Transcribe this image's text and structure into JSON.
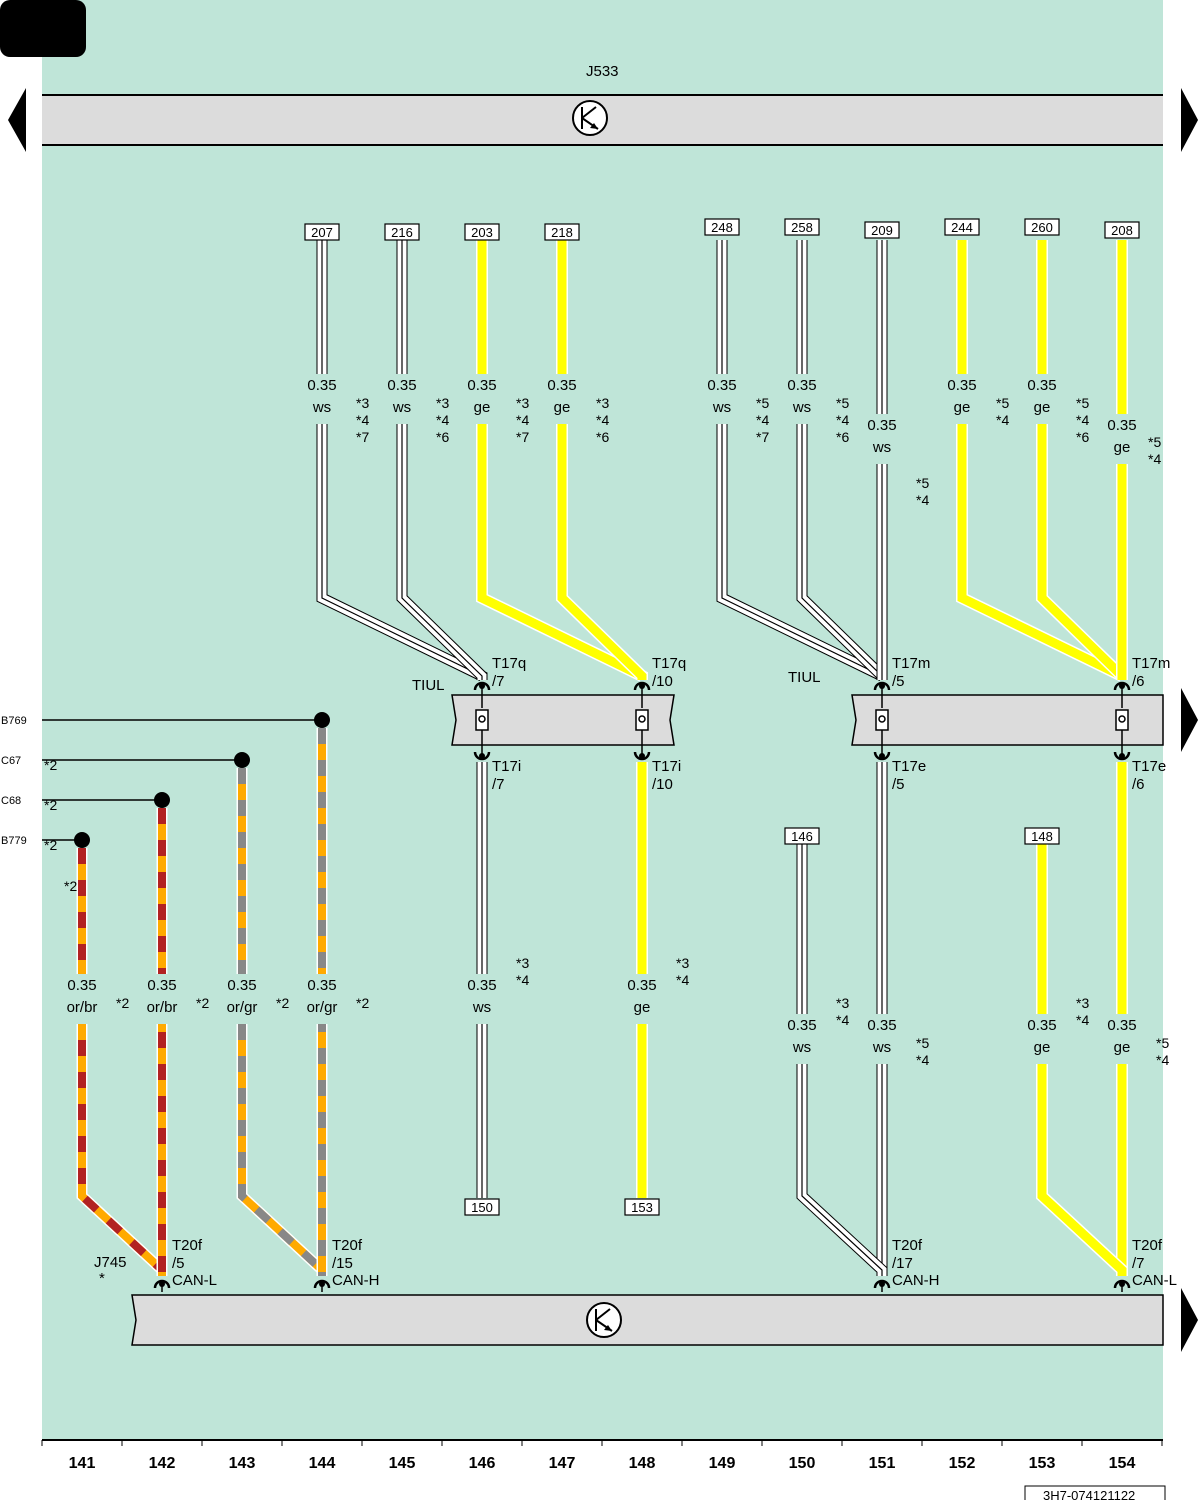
{
  "diagram_id": "3H7-074121122",
  "top_unit": {
    "label": "J533"
  },
  "bottom_unit": {
    "label": "J745",
    "note": "*"
  },
  "tiul_label": "TIUL",
  "columns": [
    "141",
    "142",
    "143",
    "144",
    "145",
    "146",
    "147",
    "148",
    "149",
    "150",
    "151",
    "152",
    "153",
    "154"
  ],
  "left_refs": [
    {
      "label": "B769",
      "note": ""
    },
    {
      "label": "C67",
      "note": "*2"
    },
    {
      "label": "C68",
      "note": "*2"
    },
    {
      "label": "B779",
      "note": "*2"
    }
  ],
  "extra_note": "*2",
  "top_wires": [
    {
      "ref": "207",
      "size": "0.35",
      "color": "ws",
      "notes": [
        "*3",
        "*4",
        "*7"
      ]
    },
    {
      "ref": "216",
      "size": "0.35",
      "color": "ws",
      "notes": [
        "*3",
        "*4",
        "*6"
      ]
    },
    {
      "ref": "203",
      "size": "0.35",
      "color": "ge",
      "notes": [
        "*3",
        "*4",
        "*7"
      ]
    },
    {
      "ref": "218",
      "size": "0.35",
      "color": "ge",
      "notes": [
        "*3",
        "*4",
        "*6"
      ]
    },
    {
      "ref": "248",
      "size": "0.35",
      "color": "ws",
      "notes": [
        "*5",
        "*4",
        "*7"
      ]
    },
    {
      "ref": "258",
      "size": "0.35",
      "color": "ws",
      "notes": [
        "*5",
        "*4",
        "*6"
      ]
    },
    {
      "ref": "209",
      "size": "0.35",
      "color": "ws",
      "notes": [
        "*5",
        "*4"
      ]
    },
    {
      "ref": "244",
      "size": "0.35",
      "color": "ge",
      "notes": [
        "*5",
        "*4"
      ]
    },
    {
      "ref": "260",
      "size": "0.35",
      "color": "ge",
      "notes": [
        "*5",
        "*4",
        "*6"
      ]
    },
    {
      "ref": "208",
      "size": "0.35",
      "color": "ge",
      "notes": [
        "*5",
        "*4"
      ]
    }
  ],
  "connectors": [
    {
      "top": "T17q",
      "top_pin": "/7",
      "bottom": "T17i",
      "bottom_pin": "/7"
    },
    {
      "top": "T17q",
      "top_pin": "/10",
      "bottom": "T17i",
      "bottom_pin": "/10"
    },
    {
      "top": "T17m",
      "top_pin": "/5",
      "bottom": "T17e",
      "bottom_pin": "/5"
    },
    {
      "top": "T17m",
      "top_pin": "/6",
      "bottom": "T17e",
      "bottom_pin": "/6"
    }
  ],
  "mid_wires": [
    {
      "size": "0.35",
      "color": "ws",
      "notes": [
        "*3",
        "*4"
      ],
      "end_ref": "150"
    },
    {
      "size": "0.35",
      "color": "ge",
      "notes": [
        "*3",
        "*4"
      ],
      "end_ref": "153"
    },
    {
      "size": "0.35",
      "color": "ws",
      "notes": [
        "*5",
        "*4"
      ]
    },
    {
      "size": "0.35",
      "color": "ge",
      "notes": [
        "*5",
        "*4"
      ]
    }
  ],
  "branch_wires": [
    {
      "ref": "146",
      "size": "0.35",
      "color": "ws",
      "notes": [
        "*3",
        "*4"
      ]
    },
    {
      "ref": "148",
      "size": "0.35",
      "color": "ge",
      "notes": [
        "*3",
        "*4"
      ]
    }
  ],
  "can_wires": [
    {
      "size": "0.35",
      "color": "or/br",
      "note": "*2"
    },
    {
      "size": "0.35",
      "color": "or/br",
      "note": "*2"
    },
    {
      "size": "0.35",
      "color": "or/gr",
      "note": "*2"
    },
    {
      "size": "0.35",
      "color": "or/gr",
      "note": "*2"
    }
  ],
  "bottom_pins": [
    {
      "conn": "T20f",
      "pin": "/5",
      "signal": "CAN-L"
    },
    {
      "conn": "T20f",
      "pin": "/15",
      "signal": "CAN-H"
    },
    {
      "conn": "T20f",
      "pin": "/17",
      "signal": "CAN-H"
    },
    {
      "conn": "T20f",
      "pin": "/7",
      "signal": "CAN-L"
    }
  ],
  "colors": {
    "background": "#bfe5d8",
    "unit_fill": "#dcdcdc",
    "ws": "#ffffff",
    "ge": "#ffff00",
    "or": "#ffaa00",
    "br": "#b22222",
    "gr": "#888888"
  }
}
